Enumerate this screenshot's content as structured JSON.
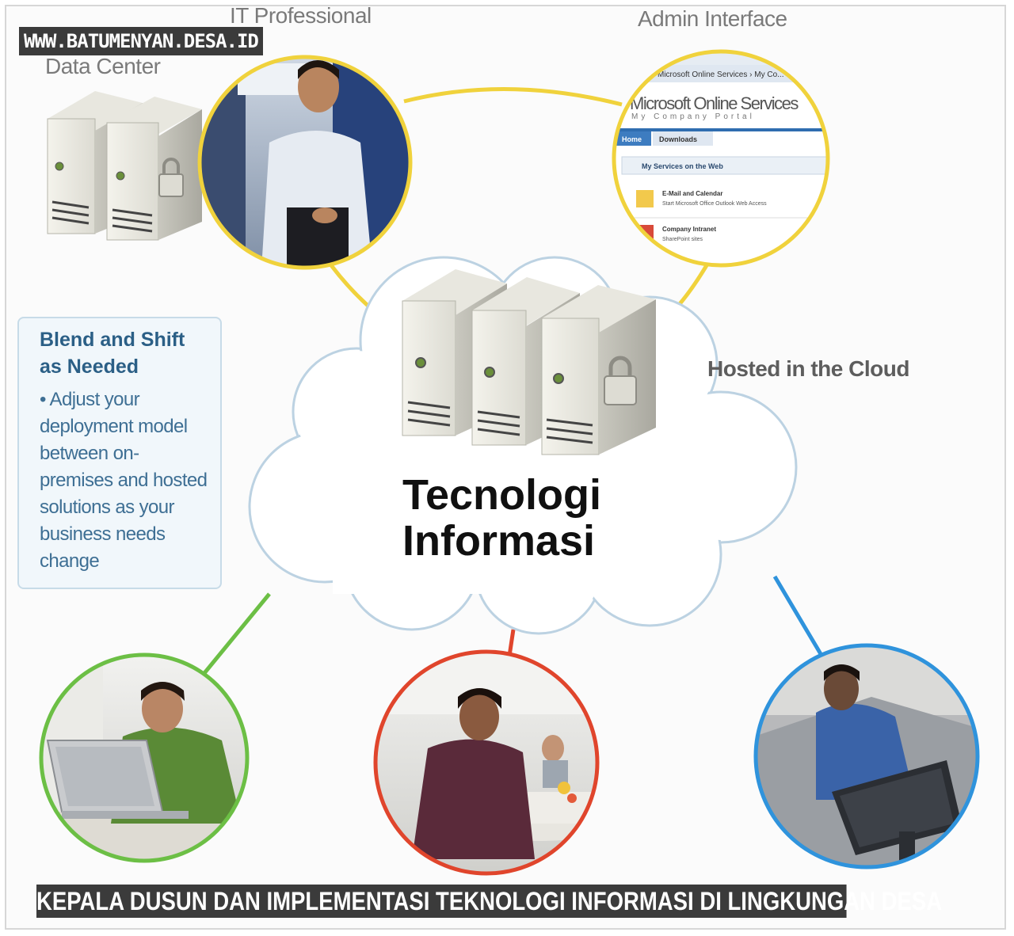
{
  "watermark": "WWW.BATUMENYAN.DESA.ID",
  "labels": {
    "it_professional": "IT Professional",
    "admin_interface": "Admin Interface",
    "data_center": "Data Center",
    "hosted_cloud": "Hosted in the Cloud"
  },
  "blend_box": {
    "title": "Blend and Shift as Needed",
    "body": "• Adjust your deployment model between on-premises and hosted solutions as your business needs change"
  },
  "cloud_text": {
    "line1": "Tecnologi",
    "line2": "Informasi"
  },
  "admin_screen": {
    "breadcrumb": "Microsoft Online Services › My Co...",
    "brand": "Microsoft Online Services",
    "sub": "My Company Portal",
    "tab_home": "Home",
    "tab_downloads": "Downloads",
    "section": "My Services on the Web",
    "item1_title": "E-Mail and Calendar",
    "item1_sub": "Start Microsoft Office Outlook Web Access",
    "item2_title": "Company Intranet",
    "item2_sub": "SharePoint sites"
  },
  "caption": "KEPALA DUSUN DAN IMPLEMENTASI TEKNOLOGI INFORMASI DI LINGKUNGAN DESA",
  "colors": {
    "yellow": "#f0d23c",
    "green": "#6cbf45",
    "red": "#e0452c",
    "blue": "#2f93dc",
    "box_title": "#2b5f86",
    "label_gray": "#7a7a7a"
  }
}
